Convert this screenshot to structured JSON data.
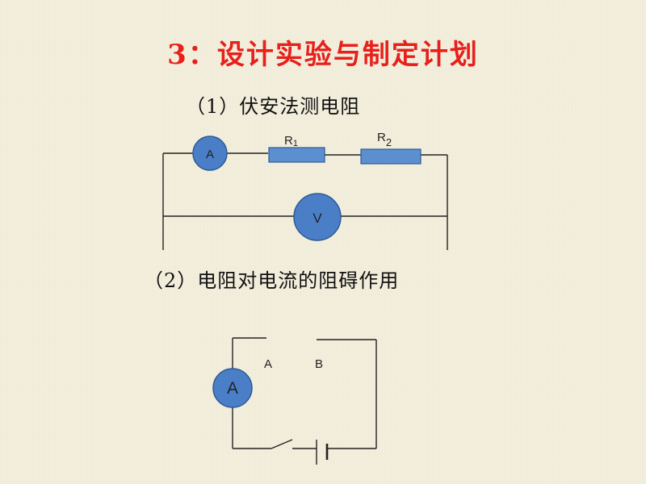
{
  "slide": {
    "title": "3：设计实验与制定计划",
    "section1": "（1）伏安法测电阻",
    "section2": "（2）电阻对电流的阻碍作用"
  },
  "circuit1": {
    "ammeter": "A",
    "voltmeter": "V",
    "r1": {
      "letter": "R",
      "sub": "1"
    },
    "r2": {
      "letter": "R",
      "sub": "2"
    }
  },
  "circuit2": {
    "ammeter": "A",
    "terminal_a": "A",
    "terminal_b": "B"
  },
  "colors": {
    "title": "#e8201c",
    "meter_fill": "#4a7fc8",
    "meter_stroke": "#2e5a96",
    "resistor_fill": "#5b8fd0",
    "wire": "#222222"
  }
}
